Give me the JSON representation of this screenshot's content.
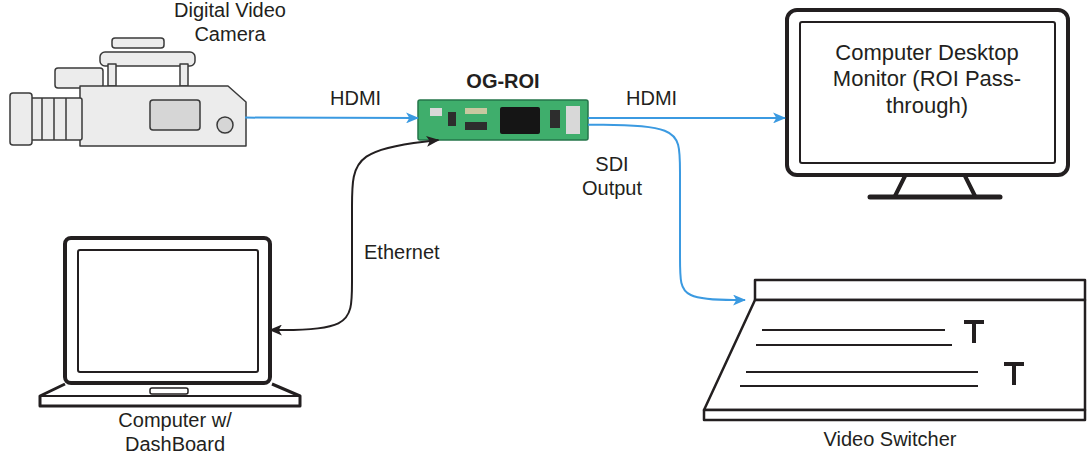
{
  "diagram": {
    "nodes": [
      {
        "text": [
          "Digital Video Camera"
        ]
      },
      {
        "text": [
          "OG-ROI"
        ]
      },
      {
        "text": [
          "Computer Desktop Monitor (ROI Pass-through)"
        ]
      },
      {
        "text": [
          "Computer w/ DashBoard"
        ]
      },
      {
        "text": [
          "Video Switcher"
        ]
      }
    ],
    "edges": [
      {
        "from": 0,
        "to": 1,
        "label": "HDMI",
        "arrow": "to"
      },
      {
        "from": 1,
        "to": 2,
        "label": "HDMI",
        "arrow": "to"
      },
      {
        "from": 1,
        "to": 4,
        "label": "SDI Output",
        "arrow": "to"
      },
      {
        "from": 1,
        "to": 3,
        "label": "Ethernet",
        "arrow": "both"
      }
    ]
  }
}
